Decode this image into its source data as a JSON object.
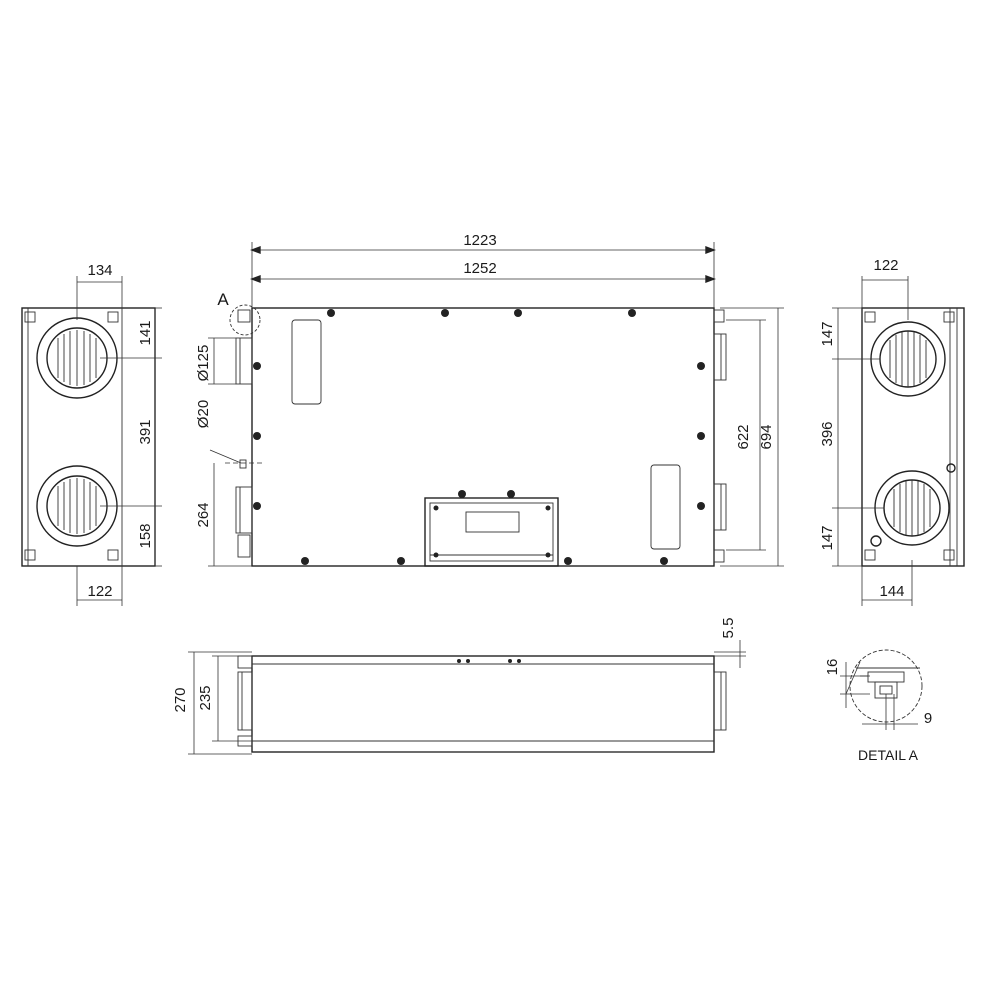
{
  "colors": {
    "line": "#222222",
    "background": "#ffffff"
  },
  "front_view": {
    "callout": "A",
    "width_inner": "1223",
    "width_outer": "1252",
    "duct_diameter": "Ø125",
    "drain_diameter": "Ø20",
    "drain_height": "264",
    "spigot_spacing": "622",
    "height_total": "694"
  },
  "left_view": {
    "top_offset": "134",
    "bottom_offset": "122",
    "upper_margin": "141",
    "spigot_spacing": "391",
    "lower_margin": "158"
  },
  "right_view": {
    "top_offset": "122",
    "bottom_offset": "144",
    "upper_margin": "147",
    "spigot_spacing": "396",
    "lower_margin": "147"
  },
  "side_view": {
    "height_total": "270",
    "height_body": "235",
    "offset": "5.5"
  },
  "detail_a": {
    "label": "DETAIL A",
    "height": "16",
    "width": "9"
  }
}
